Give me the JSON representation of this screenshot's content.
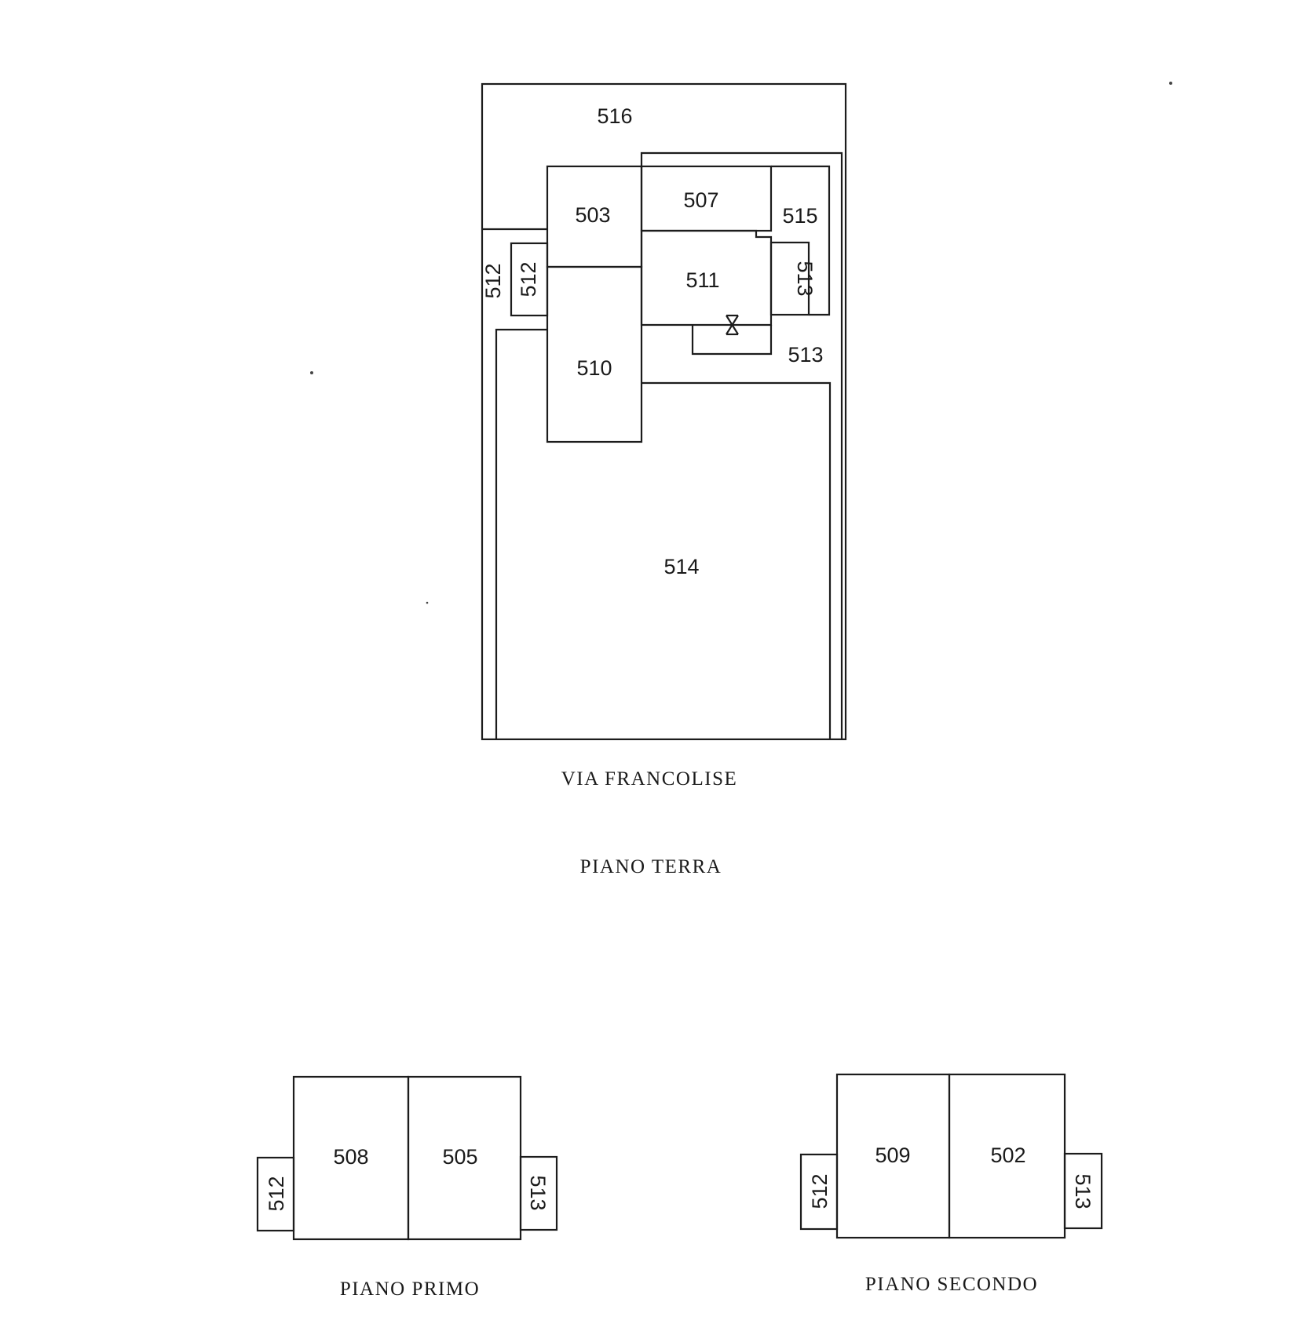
{
  "ground_floor": {
    "units": {
      "u516": "516",
      "u503": "503",
      "u507": "507",
      "u515": "515",
      "u511": "511",
      "u512_outer": "512",
      "u512_inner": "512",
      "u513_side": "513",
      "u513_lower": "513",
      "u510": "510",
      "u514": "514"
    },
    "street_label": "VIA FRANCOLISE",
    "floor_label": "PIANO TERRA"
  },
  "first_floor": {
    "units": {
      "left": "512",
      "main_left": "508",
      "main_right": "505",
      "right": "513"
    },
    "floor_label": "PIANO PRIMO"
  },
  "second_floor": {
    "units": {
      "left": "512",
      "main_left": "509",
      "main_right": "502",
      "right": "513"
    },
    "floor_label": "PIANO SECONDO"
  }
}
